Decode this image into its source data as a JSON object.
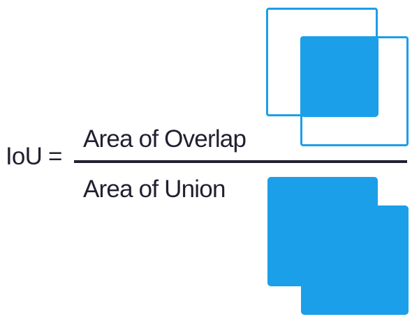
{
  "formula": {
    "lhs": "IoU =",
    "numerator": "Area of Overlap",
    "denominator": "Area of Union"
  },
  "figures": {
    "overlap": "two-overlapping-boxes-intersection-highlighted",
    "union": "two-overlapping-boxes-union-filled"
  },
  "colors": {
    "accent_blue": "#1B9FE8",
    "text_dark": "#231F30",
    "background": "#FFFFFF"
  }
}
